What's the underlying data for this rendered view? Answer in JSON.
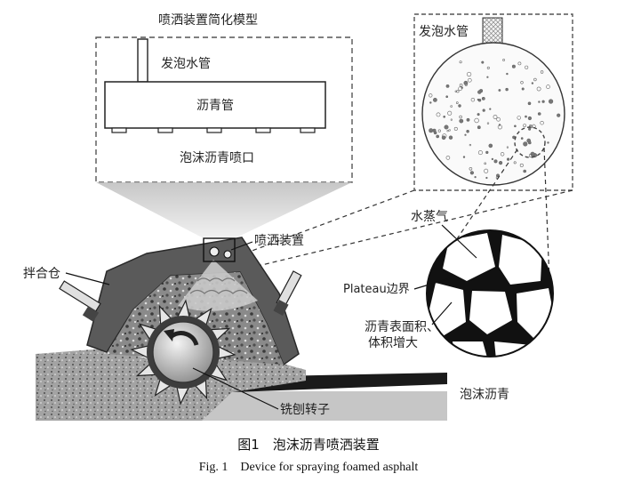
{
  "labels": {
    "model_title": "喷洒装置简化模型",
    "foam_pipe_left": "发泡水管",
    "asphalt_pipe": "沥青管",
    "nozzle": "泡沫沥青喷口",
    "foam_pipe_right": "发泡水管",
    "steam": "水蒸气",
    "plateau": "Plateau边界",
    "area_line1": "沥青表面积、",
    "area_line2": "体积增大",
    "spray_device": "喷洒装置",
    "mixing_chamber": "拌合仓",
    "rotor": "铣刨转子",
    "foamed_asphalt": "泡沫沥青"
  },
  "caption": {
    "cn": "图1　泡沫沥青喷洒装置",
    "en": "Fig. 1　Device for spraying foamed asphalt"
  },
  "colors": {
    "line": "#222222",
    "dashed": "#555555",
    "machine_dark": "#5a5a5a",
    "gravel": "#8c8c8c",
    "ground": "#c6c6c6",
    "asphalt_layer": "#1a1a1a",
    "funnel": "#d9d9d9"
  }
}
